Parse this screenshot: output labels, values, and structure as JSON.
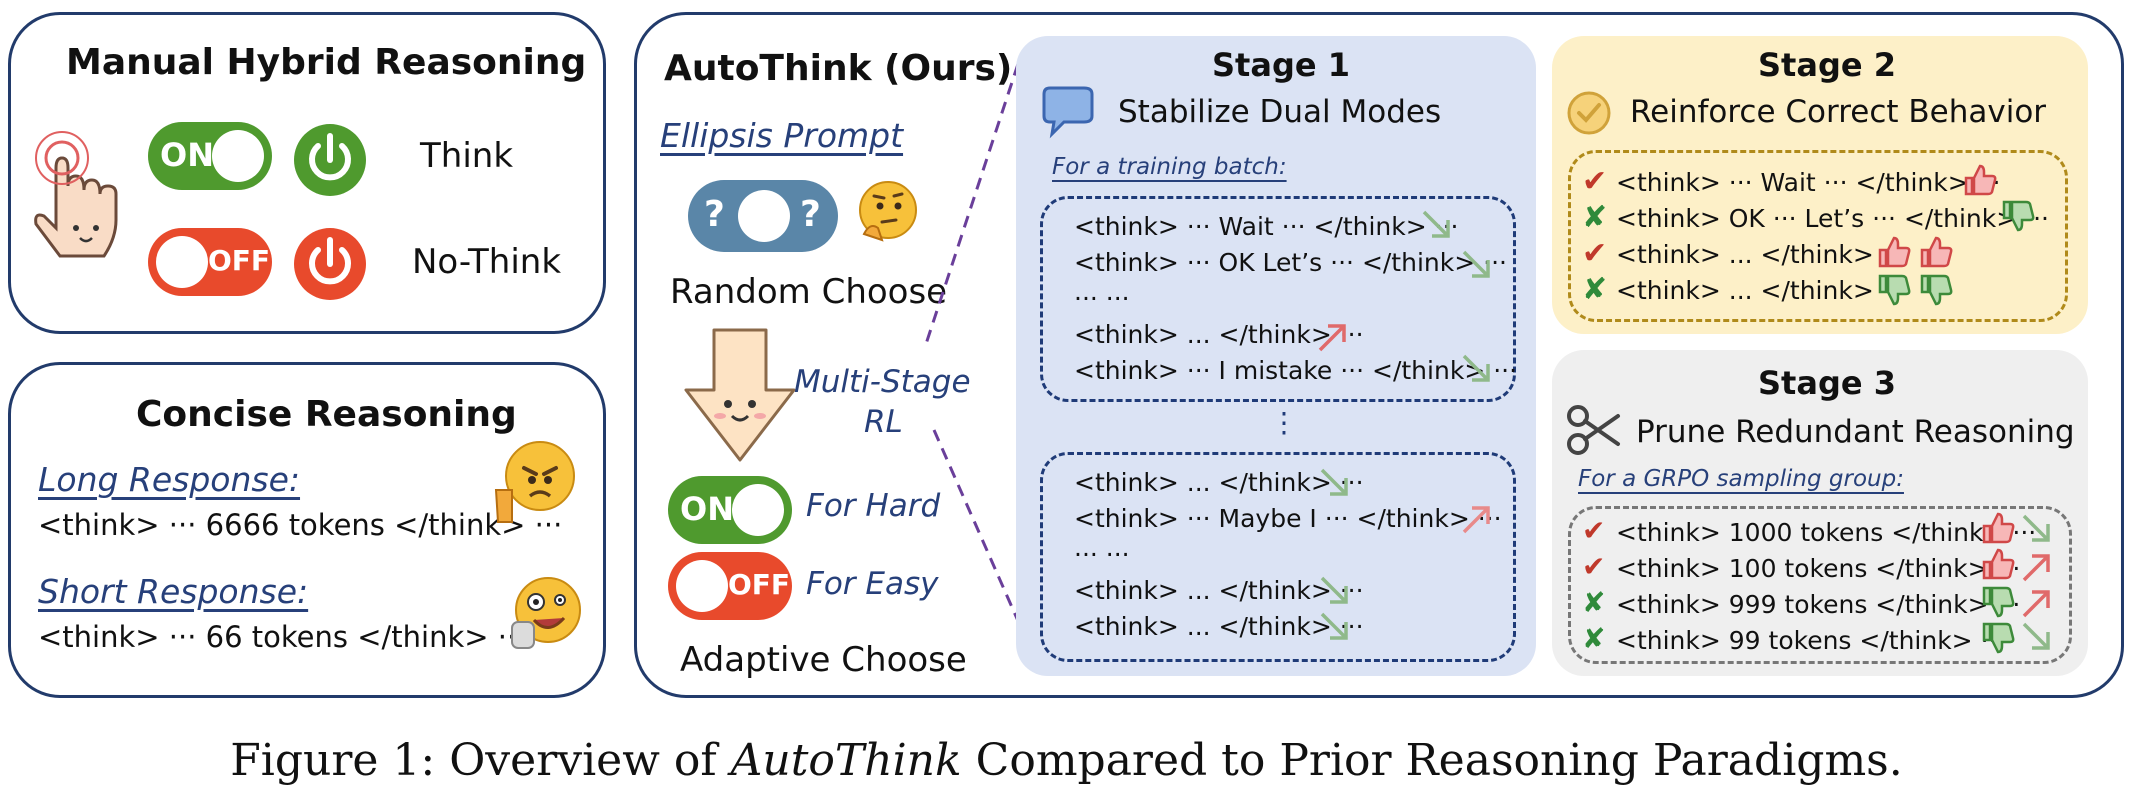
{
  "manual": {
    "title": "Manual Hybrid Reasoning",
    "on_label": "ON",
    "off_label": "OFF",
    "think_label": "Think",
    "nothink_label": "No-Think"
  },
  "concise": {
    "title": "Concise Reasoning",
    "long_label": "Long Response:",
    "long_text": "<think> ··· 6666 tokens </think> ···",
    "short_label": "Short Response:",
    "short_text": "<think> ··· 66 tokens </think> ···"
  },
  "autothink": {
    "title": "AutoThink (Ours)",
    "ellipsis_label": "Ellipsis Prompt",
    "toggle_q": "?",
    "random_choose": "Random Choose",
    "multistage": "Multi-Stage",
    "rl": "RL",
    "on_label": "ON",
    "off_label": "OFF",
    "for_hard": "For Hard",
    "for_easy": "For Easy",
    "adaptive_choose": "Adaptive Choose"
  },
  "stage1": {
    "title": "Stage 1",
    "subtitle": "Stabilize Dual Modes",
    "batch_label": "For a training batch:",
    "box1": [
      "<think> ··· Wait ··· </think> ···",
      "<think> ··· OK Let’s ··· </think> ···",
      "··· ···",
      "<think> ... </think> ···",
      "<think> ··· I mistake ··· </think> ···"
    ],
    "vdots": "⋮",
    "box2": [
      "<think> ... </think> ···",
      "<think> ··· Maybe I ··· </think> ···",
      "··· ···",
      "<think> ... </think> ···",
      "<think> ... </think> ···"
    ]
  },
  "stage2": {
    "title": "Stage 2",
    "subtitle": "Reinforce Correct Behavior",
    "rows": [
      "<think> ··· Wait ··· </think> ···",
      "<think> OK ··· Let’s ··· </think> ···",
      "<think> ... </think> ···",
      "<think> ... </think> ···"
    ]
  },
  "stage3": {
    "title": "Stage 3",
    "subtitle": "Prune Redundant Reasoning",
    "group_label": "For a GRPO sampling group:",
    "rows": [
      "<think> 1000 tokens </think> ···",
      "<think> 100 tokens </think> ···",
      "<think> 999 tokens </think> ···",
      "<think> 99 tokens </think> ···"
    ]
  },
  "caption": {
    "prefix": "Figure 1: Overview of ",
    "italic": "AutoThink",
    "suffix": " Compared to Prior Reasoning Paradigms."
  },
  "colors": {
    "green": "#4f9a2e",
    "red": "#e84a2c",
    "blue_toggle": "#5a86a8",
    "navy": "#223b6b",
    "stage1_bg": "#dbe3f4",
    "stage2_bg": "#fdf0c8",
    "stage3_bg": "#efefef"
  }
}
